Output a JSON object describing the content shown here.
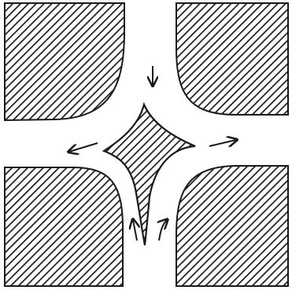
{
  "diagram": {
    "ink_color": "#1a1a1a",
    "paper_color": "#ffffff",
    "hatch_pattern": "diagonal-lines",
    "shapes": [
      {
        "name": "top-left-hatched-block"
      },
      {
        "name": "top-right-hatched-block"
      },
      {
        "name": "bottom-left-hatched-block"
      },
      {
        "name": "bottom-right-hatched-block"
      },
      {
        "name": "central-hatched-island"
      }
    ],
    "arrows": [
      {
        "name": "arrow-down-top",
        "direction": "down"
      },
      {
        "name": "arrow-left",
        "direction": "left"
      },
      {
        "name": "arrow-right",
        "direction": "right"
      },
      {
        "name": "arrow-up-left-bottom",
        "direction": "up"
      },
      {
        "name": "arrow-up-right-bottom",
        "direction": "up-right"
      }
    ]
  }
}
